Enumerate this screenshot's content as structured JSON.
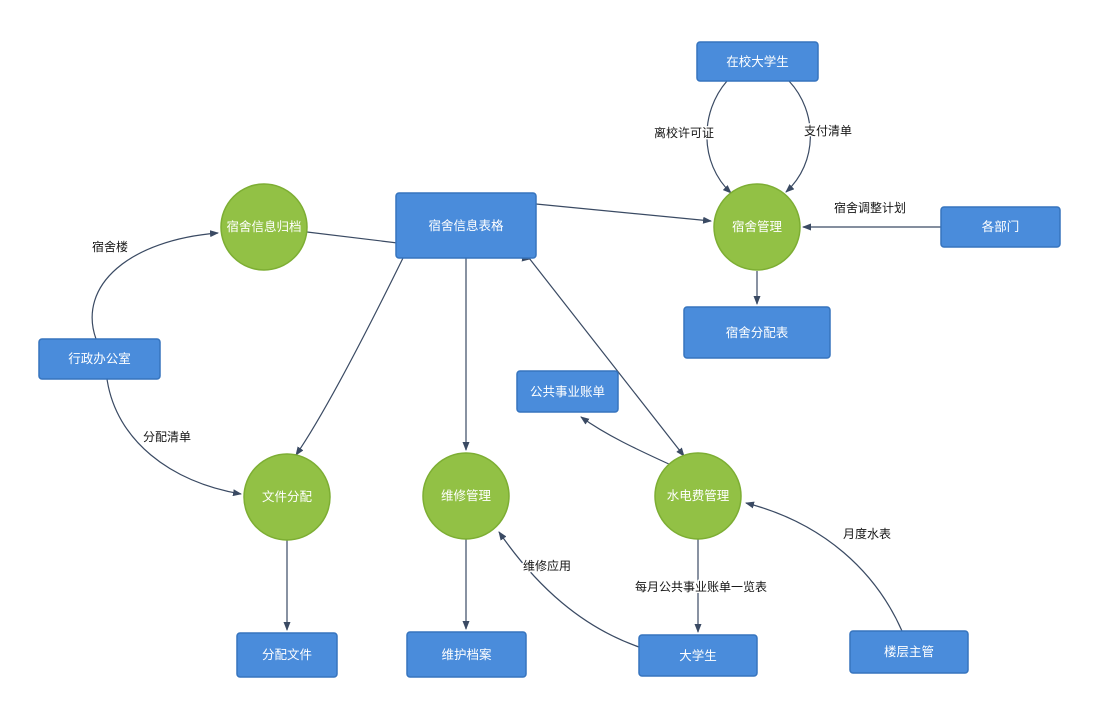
{
  "diagram_type": "data-flow-diagram",
  "colors": {
    "background": "#ffffff",
    "process_fill": "#92c145",
    "process_stroke": "#7dae33",
    "entity_fill": "#4a8cdb",
    "entity_stroke": "#3674be",
    "arrow": "#3a4a63",
    "node_text": "#ffffff",
    "flow_label_text": "#151515"
  },
  "nodes": {
    "students_on_campus": {
      "label": "在校大学生",
      "type": "entity"
    },
    "dorm_info_form": {
      "label": "宿舍信息表格",
      "type": "entity"
    },
    "departments": {
      "label": "各部门",
      "type": "entity"
    },
    "dorm_allocation_table": {
      "label": "宿舍分配表",
      "type": "entity"
    },
    "admin_office": {
      "label": "行政办公室",
      "type": "entity"
    },
    "utility_bill": {
      "label": "公共事业账单",
      "type": "entity"
    },
    "allocation_file": {
      "label": "分配文件",
      "type": "entity"
    },
    "maintenance_archive": {
      "label": "维护档案",
      "type": "entity"
    },
    "college_students": {
      "label": "大学生",
      "type": "entity"
    },
    "floor_supervisor": {
      "label": "楼层主管",
      "type": "entity"
    },
    "dorm_info_archiving": {
      "label": "宿舍信息归档",
      "type": "process"
    },
    "dorm_management": {
      "label": "宿舍管理",
      "type": "process"
    },
    "file_allocation": {
      "label": "文件分配",
      "type": "process"
    },
    "repair_management": {
      "label": "维修管理",
      "type": "process"
    },
    "utility_fee_management": {
      "label": "水电费管理",
      "type": "process"
    }
  },
  "flow_labels": {
    "leave_permit": "离校许可证",
    "payment_list": "支付清单",
    "dorm_adjustment_plan": "宿舍调整计划",
    "dorm_building": "宿舍楼",
    "allocation_list": "分配清单",
    "repair_application": "维修应用",
    "monthly_utility_bill_list": "每月公共事业账单一览表",
    "monthly_water_meter": "月度水表"
  }
}
